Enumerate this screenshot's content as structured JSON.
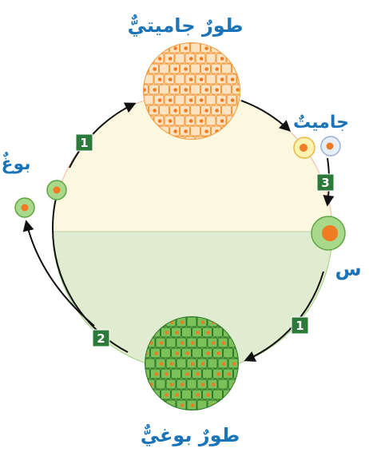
{
  "labels": {
    "gametophyte": "طورٌ جاميتيٌّ",
    "gamete": "جاميتٌ",
    "spore": "بوغٌ",
    "zygote": "س",
    "sporophyte": "طورٌ بوغيٌّ"
  },
  "steps": {
    "meiosis": "1",
    "mitosis": "2",
    "fertilization": "3",
    "sporophyte_growth": "1"
  },
  "colors": {
    "haploid_fill": "#fcf8e0",
    "diploid_fill": "#e0ecd0",
    "gametophyte_cells": "#fde3c2",
    "gametophyte_outline": "#f39a3c",
    "sporophyte_cells": "#7cc05a",
    "sporophyte_outline": "#2f7a2a",
    "nucleus": "#f07b22",
    "step_box": "#2b7a3a",
    "label": "#1b74b8"
  }
}
